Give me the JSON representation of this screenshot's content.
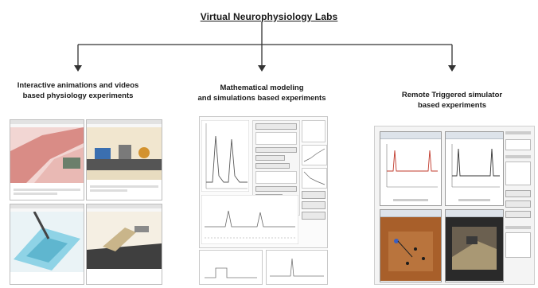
{
  "title": "Virtual Neurophysiology Labs",
  "branches": [
    {
      "caption_line1": "Interactive animations and videos",
      "caption_line2": "based physiology experiments"
    },
    {
      "caption_line1": "Mathematical modeling",
      "caption_line2": "and simulations based experiments"
    },
    {
      "caption_line1": "Remote Triggered simulator",
      "caption_line2": "based experiments"
    }
  ],
  "colors": {
    "accent_red": "#c0392b",
    "line": "#333333"
  }
}
